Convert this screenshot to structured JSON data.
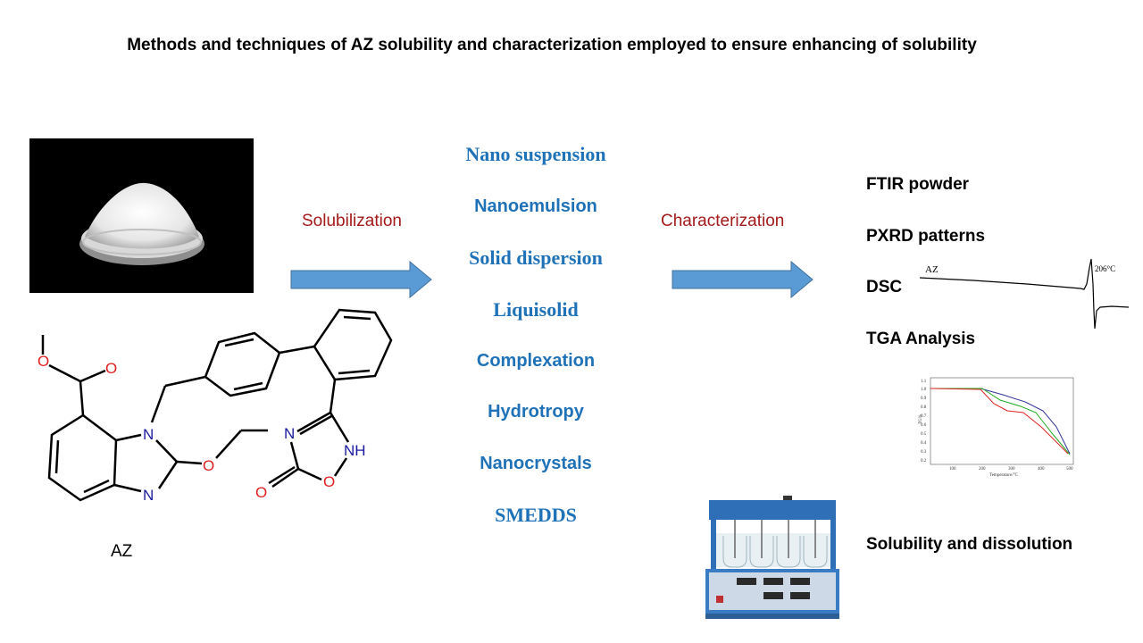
{
  "title": "Methods and techniques of AZ solubility and characterization employed to ensure enhancing of solubility",
  "drug_label": "AZ",
  "arrows": {
    "solubilization": "Solubilization",
    "characterization": "Characterization",
    "color": "#5b9bd5"
  },
  "methods": [
    "Nano suspension",
    "Nanoemulsion",
    "Solid dispersion",
    "Liquisolid",
    "Complexation",
    "Hydrotropy",
    "Nanocrystals",
    "SMEDDS"
  ],
  "characterization": [
    "FTIR powder",
    "PXRD patterns",
    "DSC",
    "TGA Analysis",
    "Solubility and dissolution"
  ],
  "structure": {
    "atoms": [
      "O",
      "O",
      "N",
      "O",
      "N",
      "N",
      "NH",
      "O",
      "O"
    ]
  },
  "dsc_plot": {
    "series_label": "AZ",
    "peak_label": "206°C"
  },
  "tga_plot": {
    "y_ticks": [
      "1.1",
      "1.0",
      "0.9",
      "0.8",
      "0.7",
      "0.6",
      "0.5",
      "0.4",
      "0.3",
      "0.2"
    ],
    "x_ticks": [
      "100",
      "200",
      "300",
      "400",
      "500"
    ],
    "y_label": "TG%",
    "x_label": "Temperature/°C",
    "series_colors": [
      "#333399",
      "#22aa22",
      "#dd2222"
    ]
  },
  "colors": {
    "method_text": "#1f72b8",
    "arrow_label": "#a31a1a"
  }
}
